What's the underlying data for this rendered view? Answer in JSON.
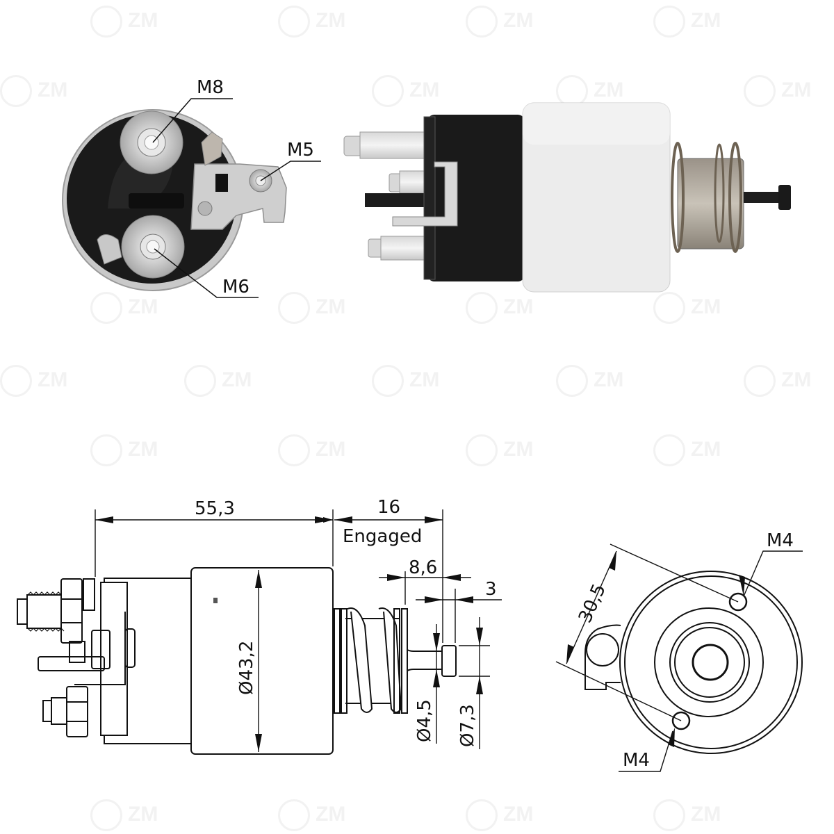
{
  "watermark": {
    "text": "ZM",
    "color": "#f0f0f0"
  },
  "photo_end_view": {
    "labels": {
      "top_terminal": "M8",
      "small_terminal": "M5",
      "bottom_terminal": "M6"
    }
  },
  "photo_side_view": {
    "description": "Solenoid side photo"
  },
  "drawing_side_view": {
    "dimensions": {
      "body_length": "55,3",
      "plunger_travel": "16",
      "plunger_state": "Engaged",
      "plunger_offset": "8,6",
      "tip_length": "3",
      "body_diameter": "Ø43,2",
      "shaft_diameter": "Ø4,5",
      "tip_diameter": "Ø7,3"
    }
  },
  "drawing_end_view": {
    "dimensions": {
      "mount_hole_spacing": "30,5"
    },
    "labels": {
      "upper_hole": "M4",
      "lower_hole": "M4"
    }
  }
}
